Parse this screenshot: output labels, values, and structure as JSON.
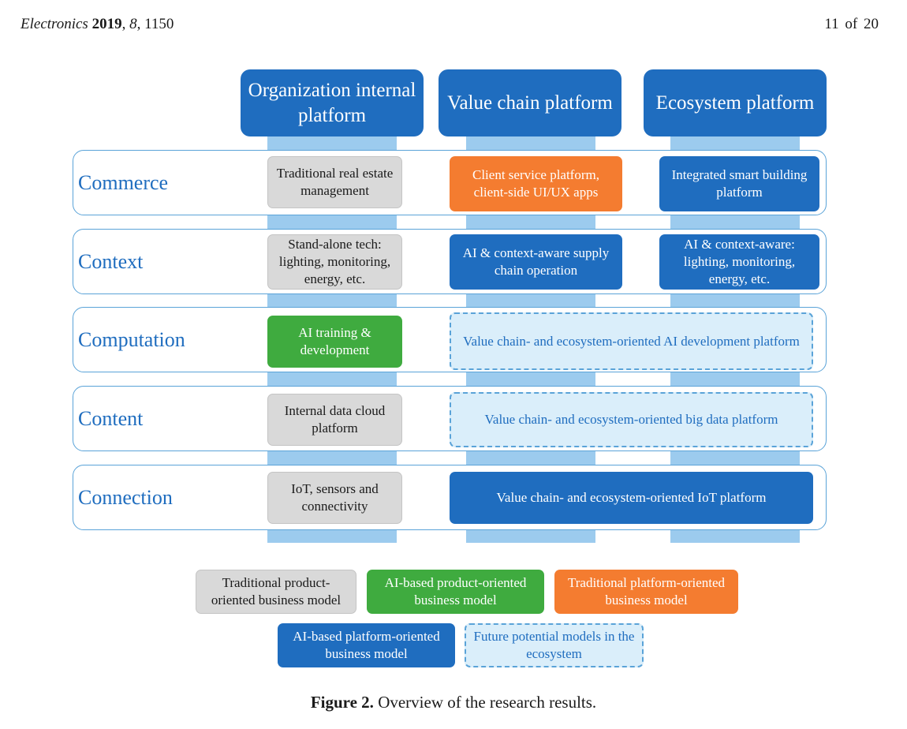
{
  "header": {
    "journal": "Electronics",
    "year": "2019",
    "volume": "8",
    "article": "1150",
    "page": "11",
    "of_word": "of",
    "total_pages": "20"
  },
  "figure": {
    "columns": [
      "Organization internal platform",
      "Value chain platform",
      "Ecosystem platform"
    ],
    "rows": [
      {
        "label": "Commerce",
        "cells": [
          "Traditional real estate management",
          "Client service platform, client-side UI/UX apps",
          "Integrated smart building platform"
        ]
      },
      {
        "label": "Context",
        "cells": [
          "Stand-alone tech: lighting, monitoring, energy, etc.",
          "AI & context-aware supply chain operation",
          "AI & context-aware: lighting, monitoring, energy, etc."
        ]
      },
      {
        "label": "Computation",
        "cells": [
          "AI training & development",
          "Value chain- and ecosystem-oriented AI development platform"
        ]
      },
      {
        "label": "Content",
        "cells": [
          "Internal data cloud platform",
          "Value chain- and ecosystem-oriented big data platform"
        ]
      },
      {
        "label": "Connection",
        "cells": [
          "IoT, sensors and connectivity",
          "Value chain- and ecosystem-oriented IoT platform"
        ]
      }
    ],
    "legend": [
      "Traditional product-oriented business model",
      "AI-based product-oriented business model",
      "Traditional platform-oriented business model",
      "AI-based platform-oriented business model",
      "Future potential models in the ecosystem"
    ],
    "colors": {
      "gray": "#d9d9d9",
      "green": "#3fab3f",
      "orange": "#f47c30",
      "blue": "#1f6dbf",
      "light_blue": "#daeefa",
      "stripe": "#9ccbee"
    }
  },
  "caption": {
    "label": "Figure 2.",
    "text": "Overview of the research results."
  }
}
